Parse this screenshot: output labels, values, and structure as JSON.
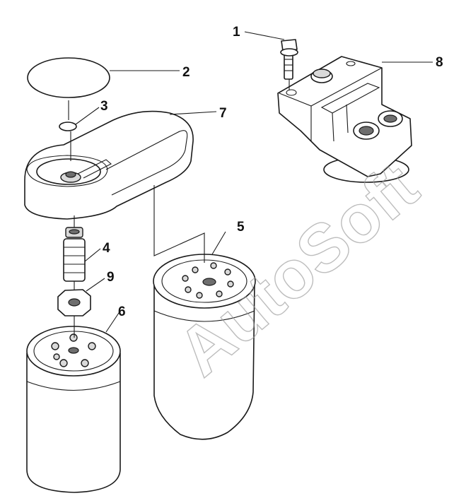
{
  "watermark": {
    "text": "AutoSoft"
  },
  "callouts": [
    {
      "id": "1",
      "text": "1"
    },
    {
      "id": "2",
      "text": "2"
    },
    {
      "id": "3",
      "text": "3"
    },
    {
      "id": "4",
      "text": "4"
    },
    {
      "id": "5",
      "text": "5"
    },
    {
      "id": "6",
      "text": "6"
    },
    {
      "id": "7",
      "text": "7"
    },
    {
      "id": "8",
      "text": "8"
    },
    {
      "id": "9",
      "text": "9"
    }
  ]
}
